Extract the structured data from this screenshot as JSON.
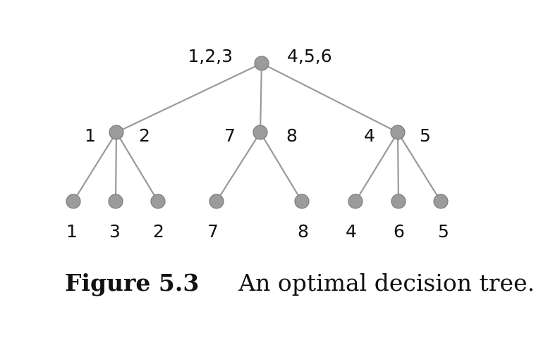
{
  "tree": {
    "root": {
      "left_label": "1,2,3",
      "right_label": "4,5,6",
      "children": [
        {
          "left_label": "1",
          "right_label": "2",
          "leaves": [
            "1",
            "3",
            "2"
          ]
        },
        {
          "left_label": "7",
          "right_label": "8",
          "leaves": [
            "7",
            "8"
          ]
        },
        {
          "left_label": "4",
          "right_label": "5",
          "leaves": [
            "4",
            "6",
            "5"
          ]
        }
      ]
    }
  },
  "caption": {
    "label": "Figure 5.3",
    "text": "An optimal decision tree."
  }
}
